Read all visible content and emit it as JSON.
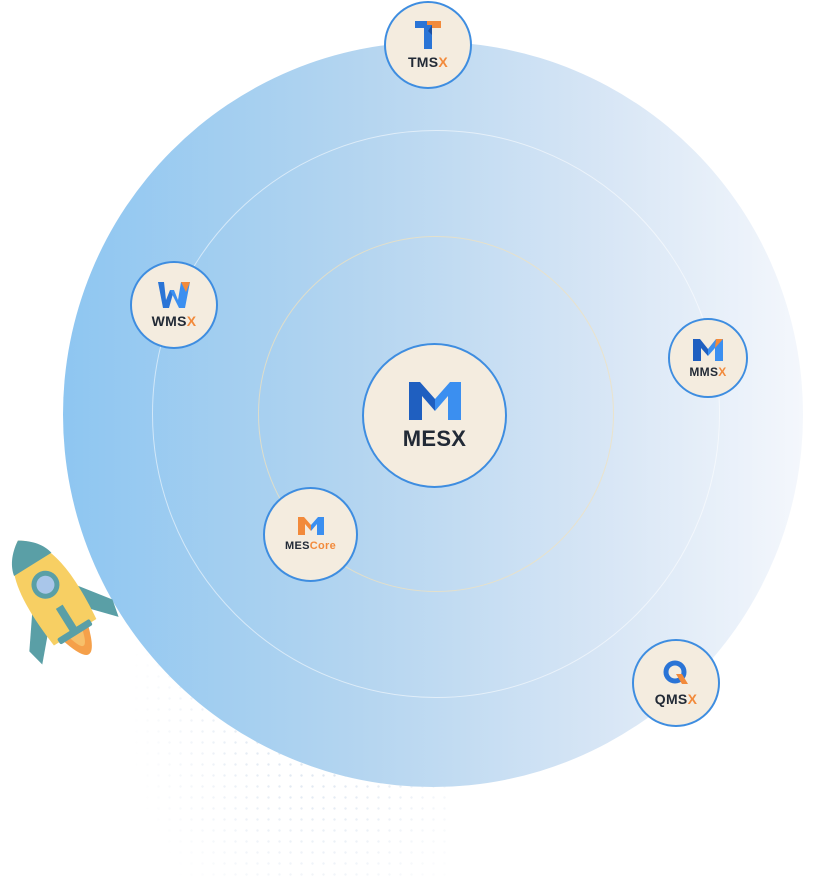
{
  "center": {
    "name": "MESX",
    "prefix": "MES",
    "suffix": "X",
    "icon": "mesx-m-logo-icon"
  },
  "satellites": [
    {
      "id": "tms",
      "prefix": "TMS",
      "suffix": "X",
      "icon": "tmsx-t-logo-icon"
    },
    {
      "id": "wms",
      "prefix": "WMS",
      "suffix": "X",
      "icon": "wmsx-w-logo-icon"
    },
    {
      "id": "mms",
      "prefix": "MMS",
      "suffix": "X",
      "icon": "mmsx-m-logo-icon"
    },
    {
      "id": "mescore",
      "prefix": "MES",
      "suffix": "Core",
      "icon": "mescore-m-logo-icon"
    },
    {
      "id": "qms",
      "prefix": "QMS",
      "suffix": "X",
      "icon": "qmsx-q-logo-icon"
    }
  ],
  "decorations": {
    "rocket": "rocket-illustration"
  },
  "colors": {
    "brand_blue": "#2a74d6",
    "brand_orange": "#f28a3b",
    "node_fill": "#f4ecdf",
    "node_border": "#3e8de0",
    "text_dark": "#222a36",
    "disc_left": "#8ec6f1",
    "disc_right": "#f4f7fc"
  }
}
